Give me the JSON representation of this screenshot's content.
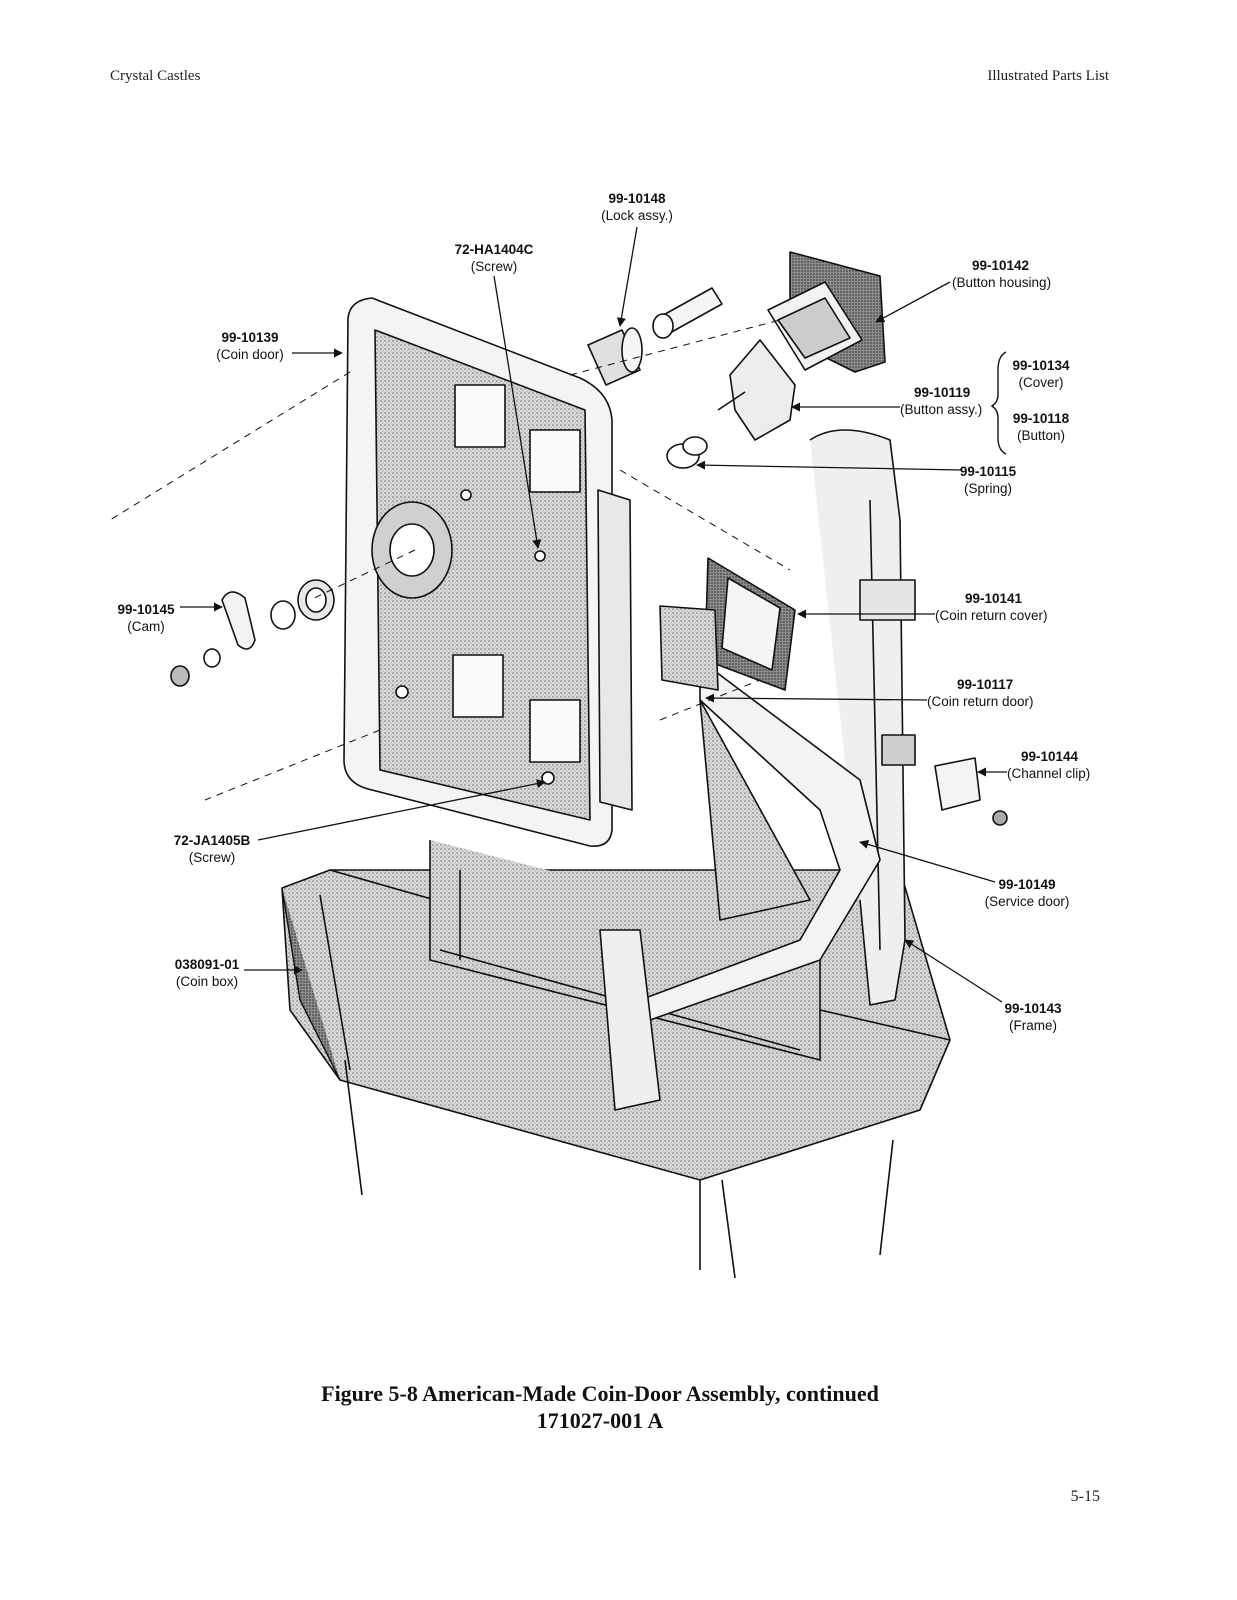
{
  "header": {
    "left": "Crystal Castles",
    "right": "Illustrated Parts List"
  },
  "parts": {
    "lock_assy": {
      "number": "99-10148",
      "name": "(Lock assy.)"
    },
    "screw_top": {
      "number": "72-HA1404C",
      "name": "(Screw)"
    },
    "button_housing": {
      "number": "99-10142",
      "name": "(Button housing)"
    },
    "coin_door": {
      "number": "99-10139",
      "name": "(Coin door)"
    },
    "cover": {
      "number": "99-10134",
      "name": "(Cover)"
    },
    "button_assy": {
      "number": "99-10119",
      "name": "(Button assy.)"
    },
    "button": {
      "number": "99-10118",
      "name": "(Button)"
    },
    "spring": {
      "number": "99-10115",
      "name": "(Spring)"
    },
    "cam": {
      "number": "99-10145",
      "name": "(Cam)"
    },
    "coin_return_cover": {
      "number": "99-10141",
      "name": "(Coin return cover)"
    },
    "coin_return_door": {
      "number": "99-10117",
      "name": "(Coin return door)"
    },
    "channel_clip": {
      "number": "99-10144",
      "name": "(Channel clip)"
    },
    "screw_bottom": {
      "number": "72-JA1405B",
      "name": "(Screw)"
    },
    "service_door": {
      "number": "99-10149",
      "name": "(Service door)"
    },
    "coin_box": {
      "number": "038091-01",
      "name": "(Coin box)"
    },
    "frame": {
      "number": "99-10143",
      "name": "(Frame)"
    }
  },
  "caption": {
    "line1": "Figure 5-8  American-Made Coin-Door Assembly, continued",
    "line2": "171027-001   A"
  },
  "page_number": "5-15"
}
